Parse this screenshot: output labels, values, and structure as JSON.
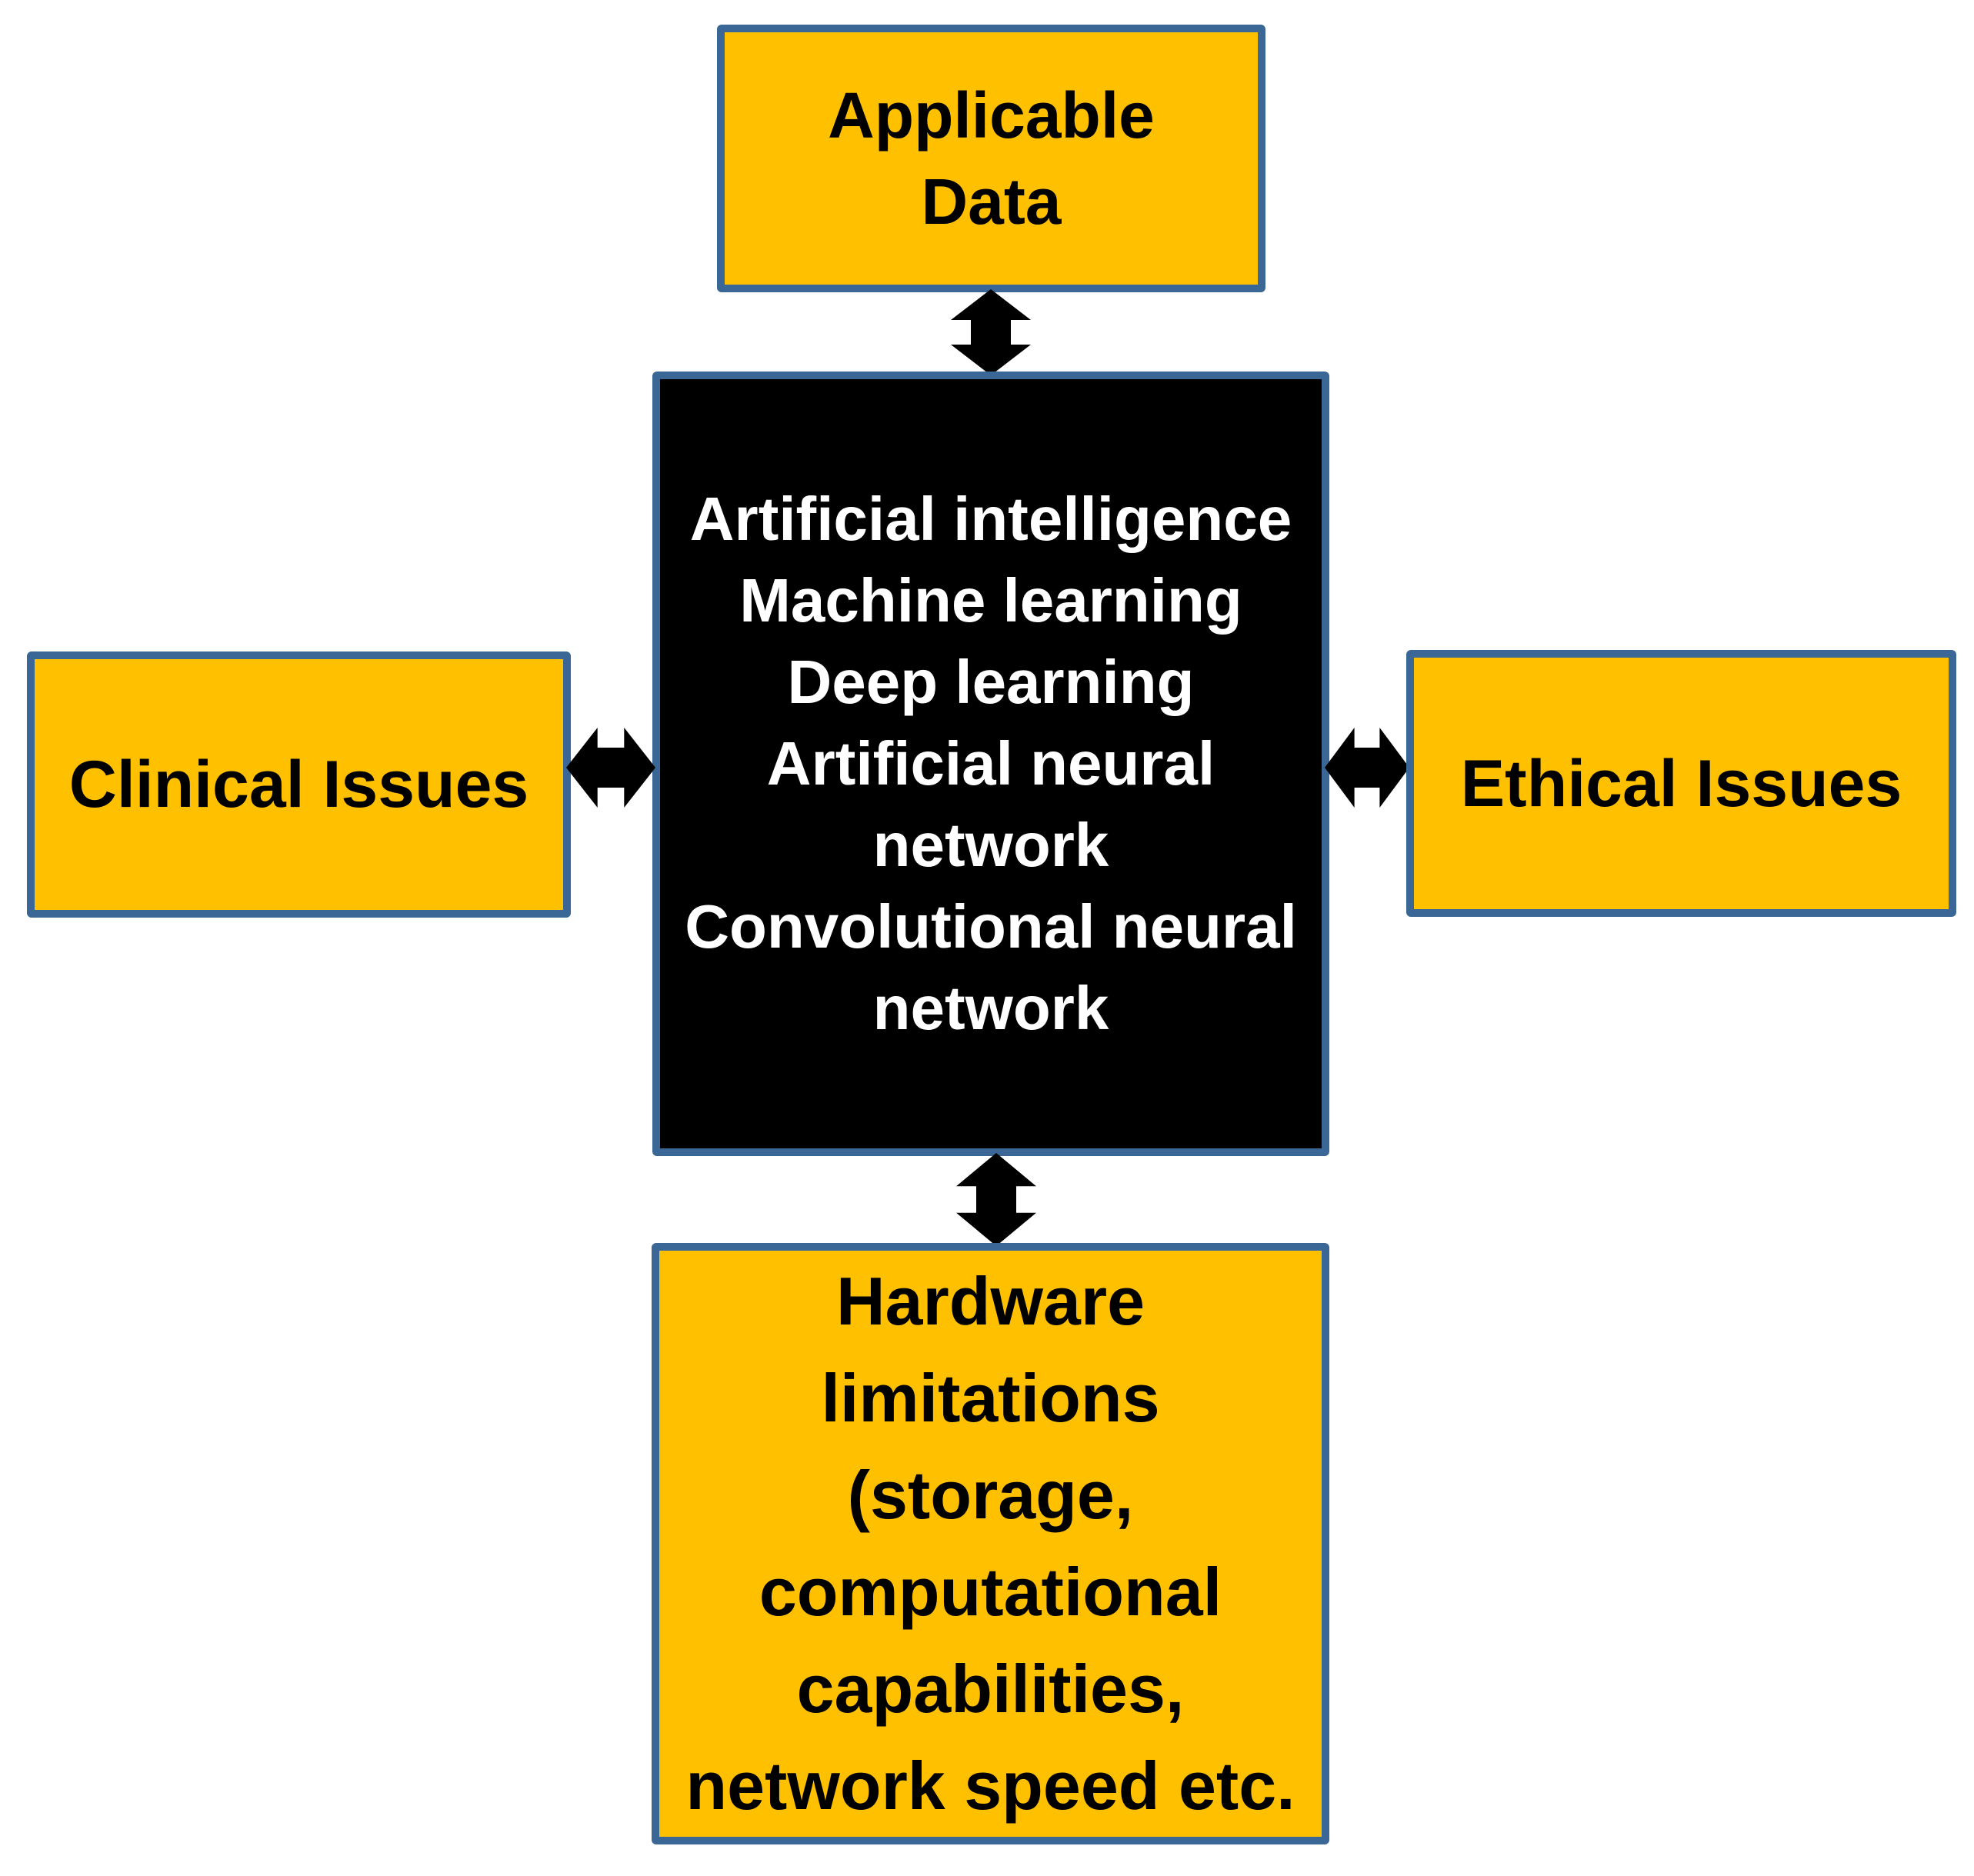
{
  "colors": {
    "box_fill": "#FFC000",
    "box_border": "#3A6795",
    "center_fill": "#000000",
    "center_text": "#FFFFFF",
    "label_text": "#000000",
    "arrow": "#000000",
    "page_bg": "#FFFFFF"
  },
  "boxes": {
    "top": {
      "lines": [
        "Applicable",
        "Data"
      ]
    },
    "center": {
      "lines": [
        "Artificial intelligence",
        "Machine learning",
        "Deep learning",
        "Artificial neural",
        "network",
        "Convolutional neural",
        "network"
      ]
    },
    "left": {
      "label": "Clinical Issues"
    },
    "right": {
      "label": "Ethical Issues"
    },
    "bottom": {
      "lines": [
        "Hardware",
        "limitations",
        "(storage,",
        "computational",
        "capabilities,",
        "network speed etc."
      ]
    }
  },
  "arrows": {
    "top_center": "bidirectional vertical",
    "center_bottom": "bidirectional vertical",
    "left_center": "bidirectional horizontal",
    "center_right": "bidirectional horizontal"
  }
}
